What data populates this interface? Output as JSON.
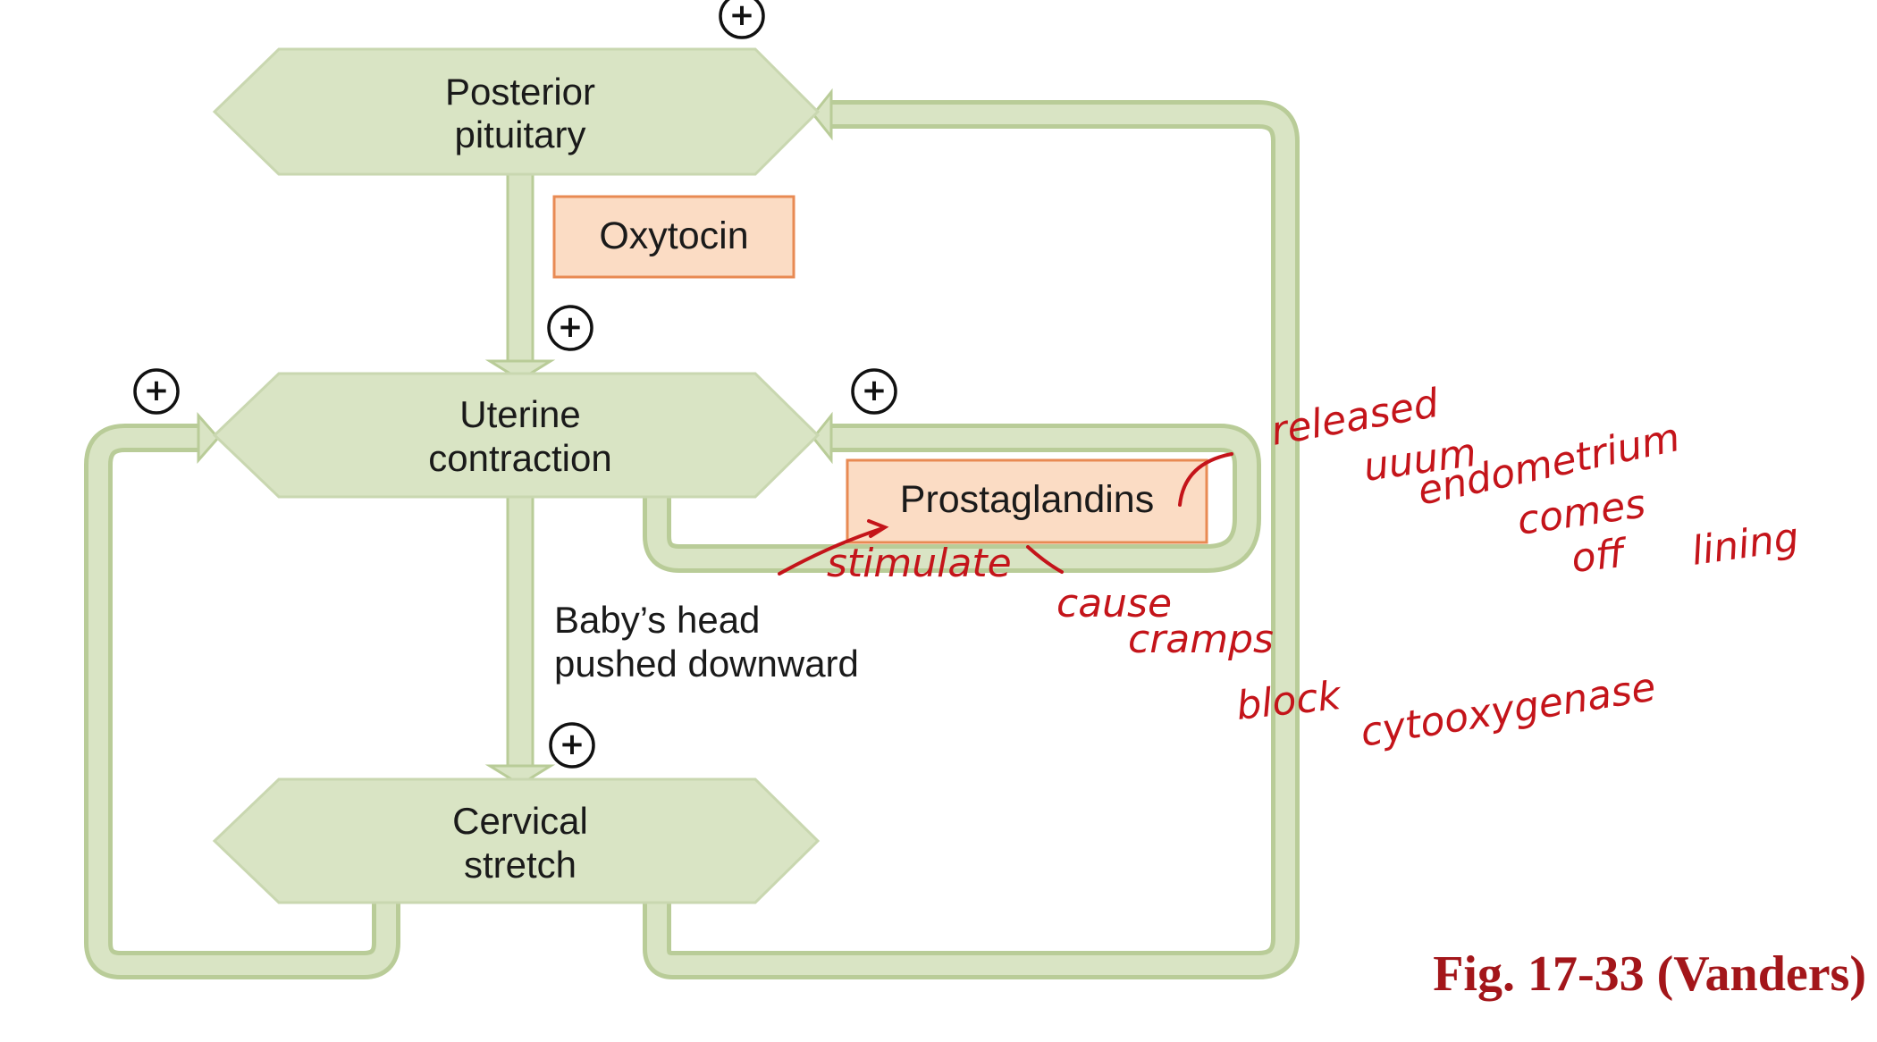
{
  "diagram": {
    "nodes": {
      "posterior_pituitary": [
        "Posterior",
        "pituitary"
      ],
      "uterine_contraction": [
        "Uterine",
        "contraction"
      ],
      "cervical_stretch": [
        "Cervical",
        "stretch"
      ]
    },
    "boxes": {
      "oxytocin": "Oxytocin",
      "prostaglandins": "Prostaglandins"
    },
    "edge_label": [
      "Baby’s head",
      "pushed downward"
    ],
    "plus_symbol": "+",
    "colors": {
      "node_fill": "#d9e4c4",
      "node_stroke": "#b9cc98",
      "box_fill": "#fbdcc4",
      "box_stroke": "#e88a53",
      "handwriting": "#c4141a",
      "caption": "#a3161a"
    }
  },
  "annotations": {
    "stimulate": "stimulate",
    "cause": "cause",
    "cramps": "cramps",
    "block": "block",
    "enzyme": "cytooxygenase",
    "released": "released",
    "scribble": "uuum",
    "endometrium": "endometrium",
    "comes": "comes",
    "off": "off",
    "lining": "lining"
  },
  "caption": "Fig. 17-33 (Vanders)"
}
